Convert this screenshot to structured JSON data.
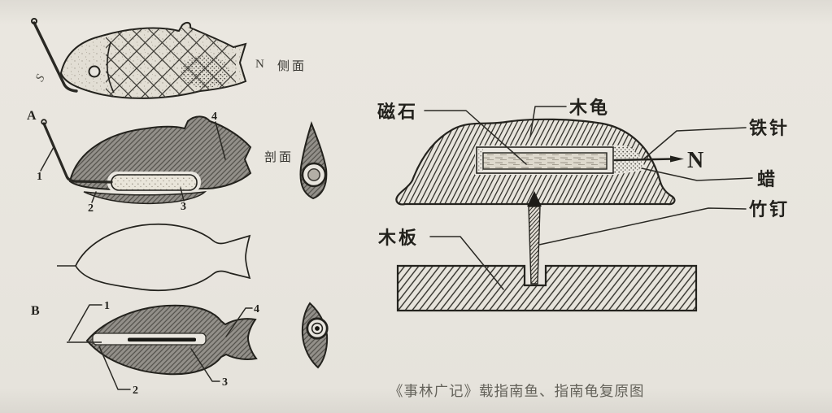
{
  "figure": {
    "caption": "《事林广记》载指南鱼、指南龟复原图",
    "fish_diagrams": {
      "view_side_label": "侧面",
      "view_section_label": "剖面",
      "pole_south": "S",
      "pole_north": "N",
      "variant_a_label": "A",
      "variant_b_label": "B",
      "callout_1": "1",
      "callout_2": "2",
      "callout_3": "3",
      "callout_4": "4"
    },
    "turtle_diagram": {
      "label_magnet": "磁石",
      "label_wooden_turtle": "木龟",
      "label_iron_needle": "铁针",
      "label_wax": "蜡",
      "label_bamboo_pin": "竹钉",
      "label_wooden_board": "木板",
      "pole_north": "N"
    },
    "colors": {
      "paper": "#e8e5de",
      "ink": "#23221d",
      "caption_ink": "#64625a",
      "fish_body_gray": "#93908a"
    }
  }
}
